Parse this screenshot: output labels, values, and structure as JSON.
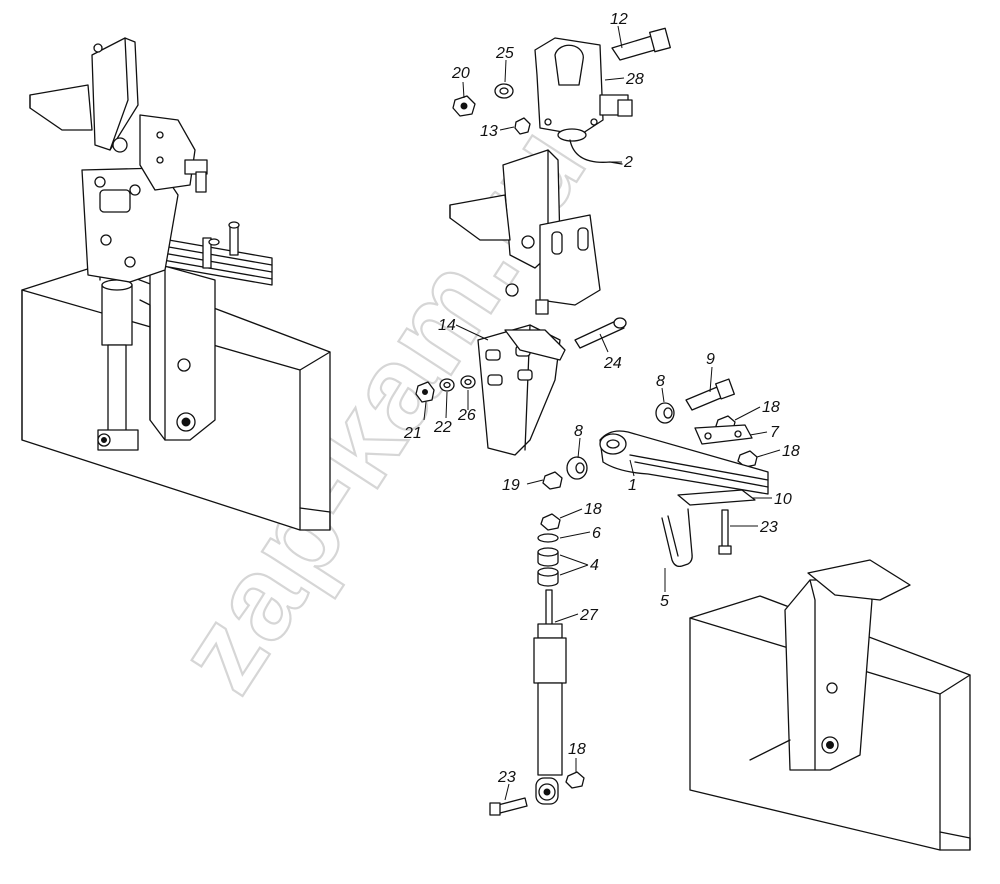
{
  "watermark": "zap-kam.ru",
  "callouts": [
    {
      "label": "12"
    },
    {
      "label": "25"
    },
    {
      "label": "20"
    },
    {
      "label": "28"
    },
    {
      "label": "13"
    },
    {
      "label": "2"
    },
    {
      "label": "14"
    },
    {
      "label": "24"
    },
    {
      "label": "9"
    },
    {
      "label": "8"
    },
    {
      "label": "18"
    },
    {
      "label": "21"
    },
    {
      "label": "22"
    },
    {
      "label": "26"
    },
    {
      "label": "7"
    },
    {
      "label": "8"
    },
    {
      "label": "18"
    },
    {
      "label": "19"
    },
    {
      "label": "1"
    },
    {
      "label": "10"
    },
    {
      "label": "18"
    },
    {
      "label": "6"
    },
    {
      "label": "23"
    },
    {
      "label": "4"
    },
    {
      "label": "5"
    },
    {
      "label": "27"
    },
    {
      "label": "18"
    },
    {
      "label": "23"
    }
  ]
}
